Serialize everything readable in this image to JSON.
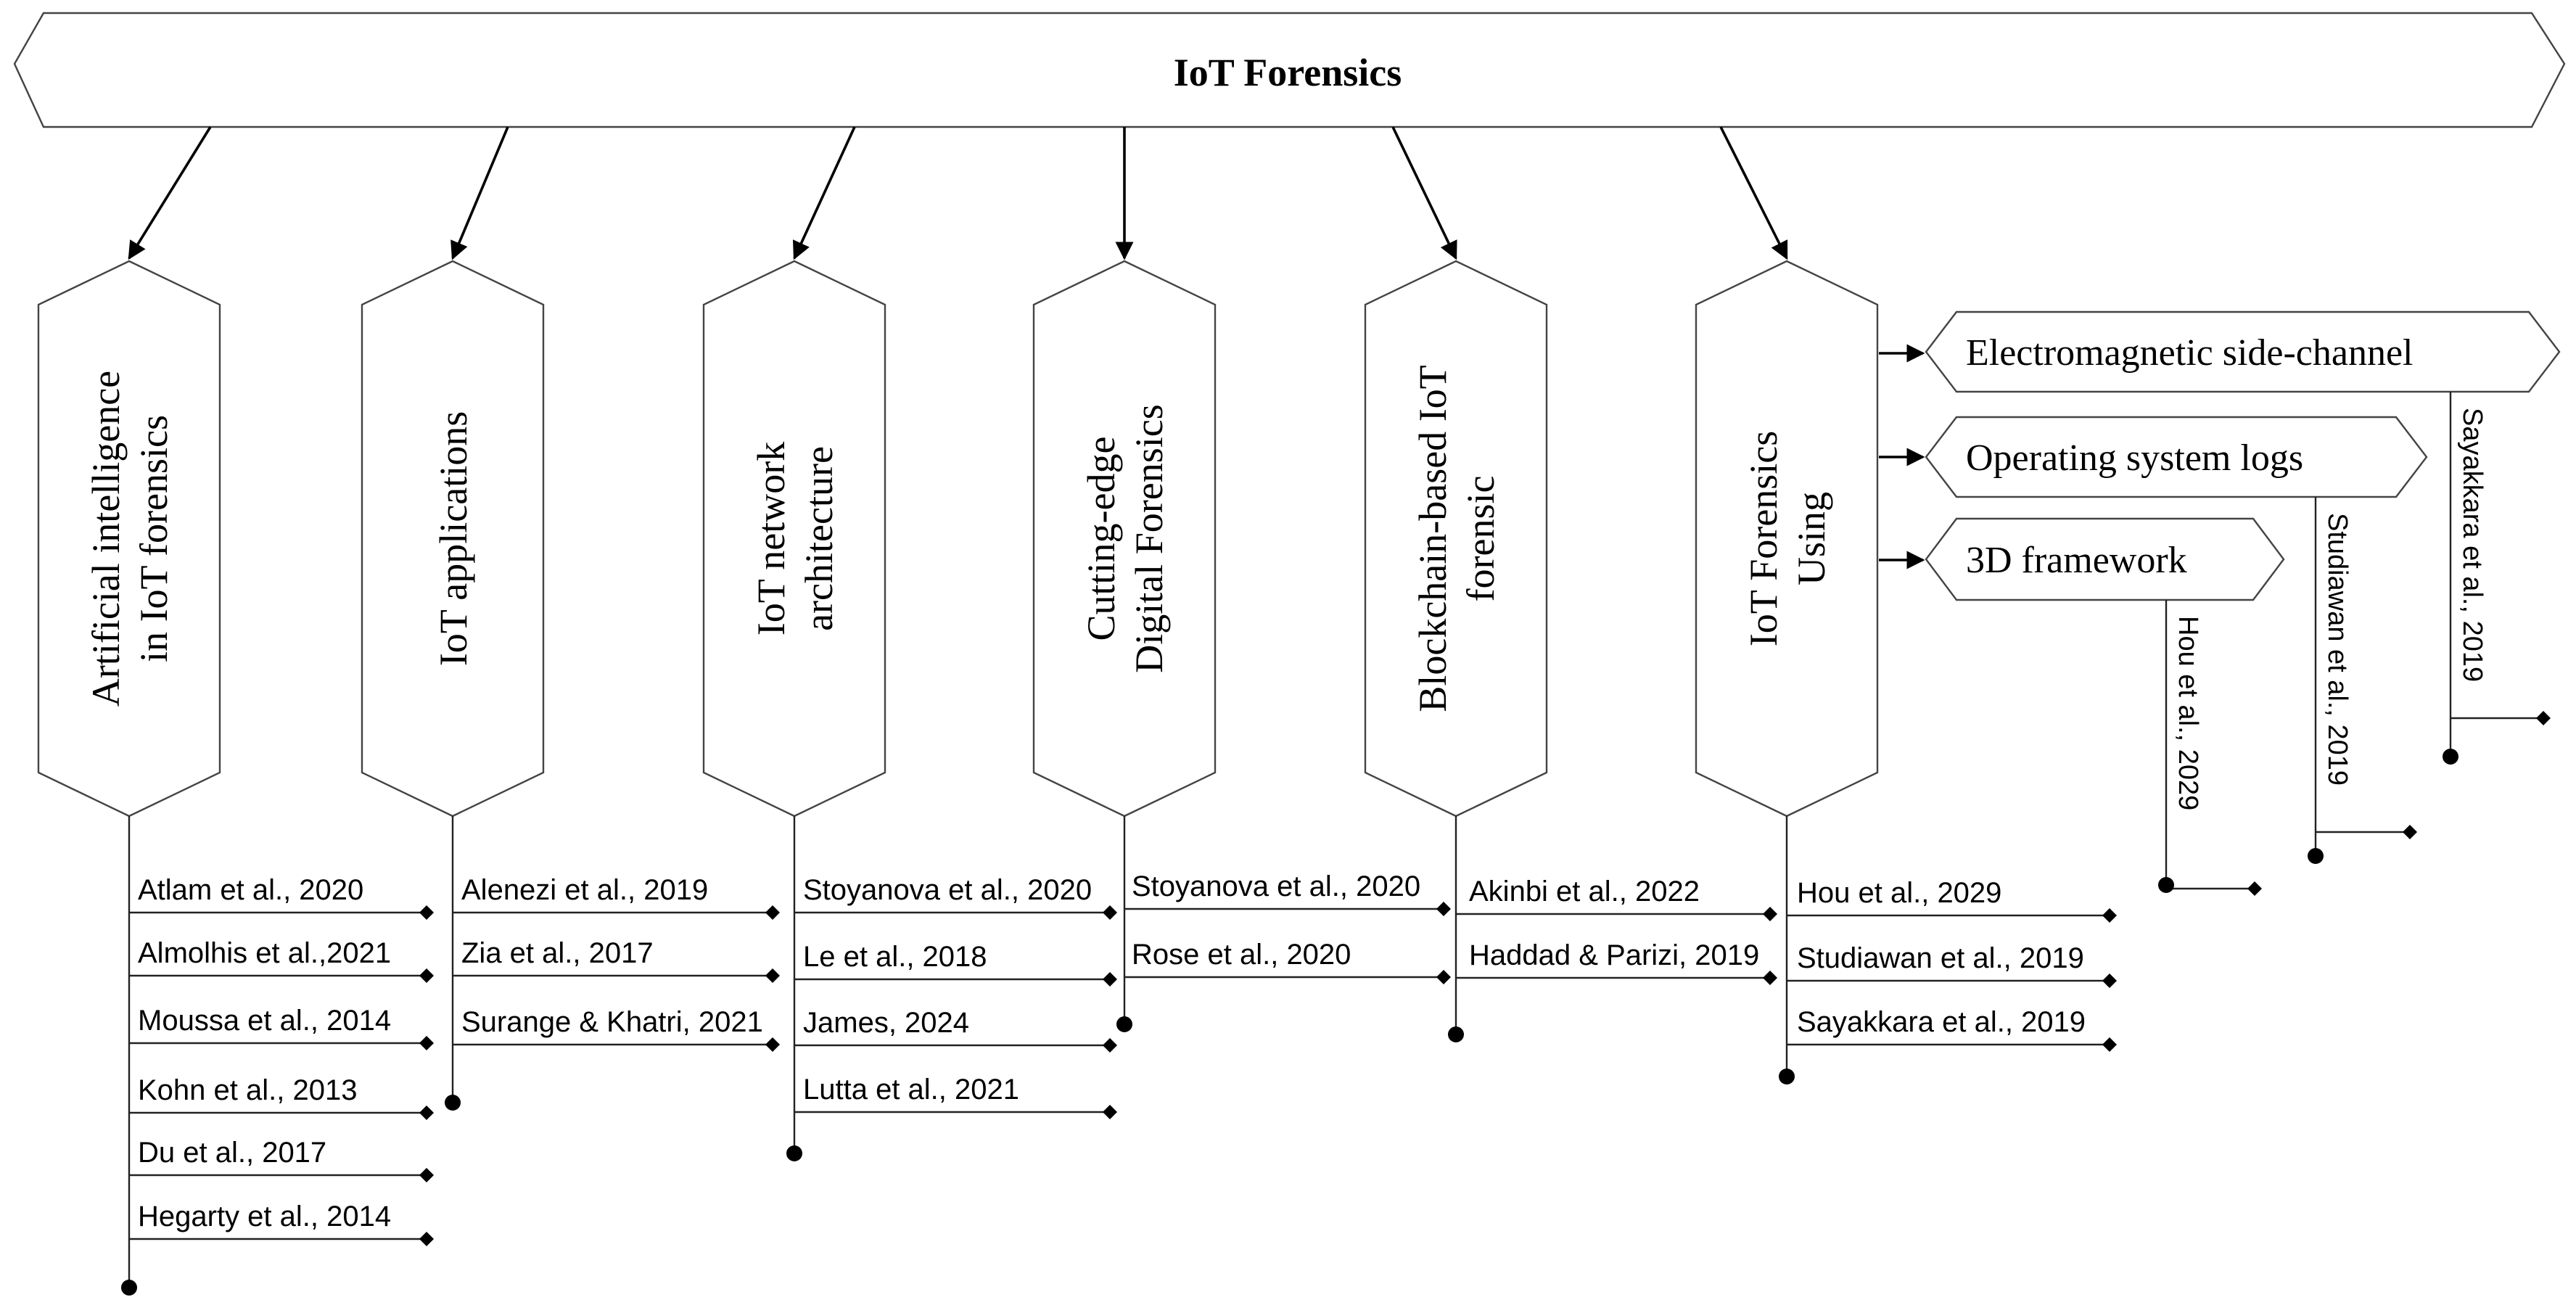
{
  "title": "IoT Forensics",
  "colors": {
    "stroke": "#444444",
    "text": "#000000",
    "background": "#ffffff"
  },
  "categories": [
    {
      "label_lines": [
        "Artificial intelligence",
        "in IoT forensics"
      ],
      "refs": [
        "Atlam et al., 2020",
        "Almolhis et al.,2021",
        "Moussa et al., 2014",
        "Kohn et al., 2013",
        "Du et al., 2017",
        "Hegarty et al., 2014"
      ]
    },
    {
      "label_lines": [
        "IoT applications"
      ],
      "refs": [
        "Alenezi et al., 2019",
        "Zia et al., 2017",
        "Surange & Khatri, 2021"
      ]
    },
    {
      "label_lines": [
        "IoT network",
        "architecture"
      ],
      "refs": [
        "Stoyanova et al., 2020",
        "Le et al., 2018",
        "James, 2024",
        "Lutta et al., 2021"
      ]
    },
    {
      "label_lines": [
        "Cutting-edge",
        "Digital Forensics"
      ],
      "refs": [
        "Stoyanova et al., 2020",
        "Rose et al., 2020"
      ]
    },
    {
      "label_lines": [
        "Blockchain-based IoT",
        "forensic"
      ],
      "refs": [
        "Akinbi et al., 2022",
        "Haddad & Parizi, 2019"
      ]
    },
    {
      "label_lines": [
        "IoT Forensics",
        "Using"
      ],
      "refs": [
        "Hou et al., 2029",
        "Studiawan et al., 2019",
        "Sayakkara et al., 2019"
      ]
    }
  ],
  "methods": [
    {
      "label": "Electromagnetic side-channel",
      "ref": "Sayakkara et al., 2019"
    },
    {
      "label": "Operating system logs",
      "ref": "Studiawan et al., 2019"
    },
    {
      "label": "3D framework",
      "ref": "Hou et al., 2029"
    }
  ]
}
